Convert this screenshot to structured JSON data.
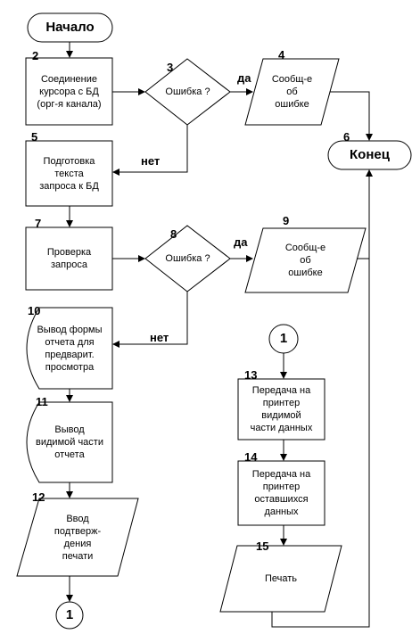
{
  "nodes": {
    "start": "Начало",
    "n2": "Соединение\nкурсора с БД\n(орг-я канала)",
    "n3": "Ошибка ?",
    "n4": "Сообщ-е\nоб\nошибке",
    "n5": "Подготовка\nтекста\nзапроса к БД",
    "n6": "Конец",
    "n7": "Проверка\nзапроса",
    "n8": "Ошибка ?",
    "n9": "Сообщ-е\nоб\nошибке",
    "n10": "Вывод формы\nотчета для\nпредварит.\nпросмотра",
    "n11": "Вывод\nвидимой части\nотчета",
    "n12": "Ввод\nподтверж-\nдения\nпечати",
    "conn_bottom": "1",
    "conn_right": "1",
    "n13": "Передача на\nпринтер\nвидимой\nчасти данных",
    "n14": "Передача на\nпринтер\nоставшихся\nданных",
    "n15": "Печать"
  },
  "numbers": {
    "n2": "2",
    "n3": "3",
    "n4": "4",
    "n5": "5",
    "n6": "6",
    "n7": "7",
    "n8": "8",
    "n9": "9",
    "n10": "10",
    "n11": "11",
    "n12": "12",
    "n13": "13",
    "n14": "14",
    "n15": "15"
  },
  "labels": {
    "yes1": "да",
    "no1": "нет",
    "yes2": "да",
    "no2": "нет"
  },
  "colors": {
    "stroke": "#000000",
    "fill": "#ffffff"
  }
}
